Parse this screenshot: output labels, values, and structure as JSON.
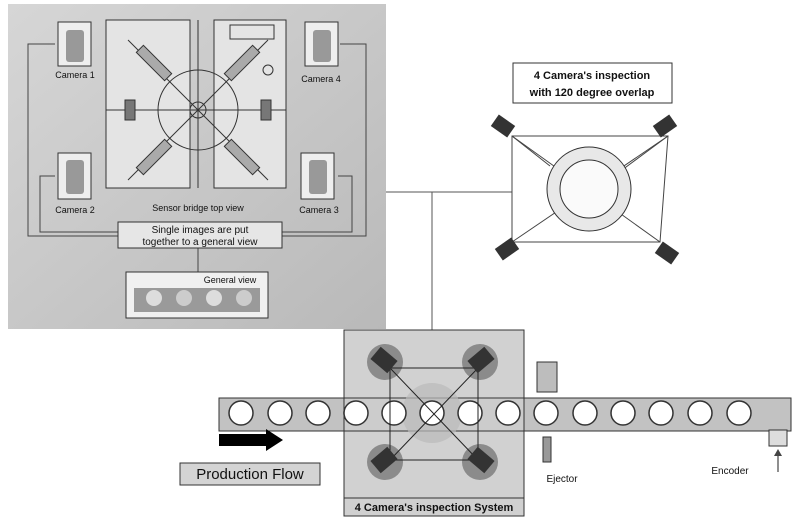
{
  "top_view": {
    "cameras": [
      {
        "label": "Camera 1"
      },
      {
        "label": "Camera 2"
      },
      {
        "label": "Camera 3"
      },
      {
        "label": "Camera 4"
      }
    ],
    "bridge_caption": "Sensor bridge top view",
    "merge_line1": "Single images are put",
    "merge_line2": "together to a general view",
    "general_view_label": "General view"
  },
  "overlap_box": {
    "line1": "4 Camera's inspection",
    "line2": "with 120 degree overlap"
  },
  "production_flow_label": "Production Flow",
  "ejector_label": "Ejector",
  "encoder_label": "Encoder",
  "system_label": "4 Camera's inspection System",
  "colors": {
    "panel": "#c9c9c9",
    "conveyor": "#bdbdbd",
    "station": "#cfcfcf",
    "camera_dark": "#3a3a3a",
    "camera_disc": "#8a8a8a",
    "line": "#555555"
  }
}
